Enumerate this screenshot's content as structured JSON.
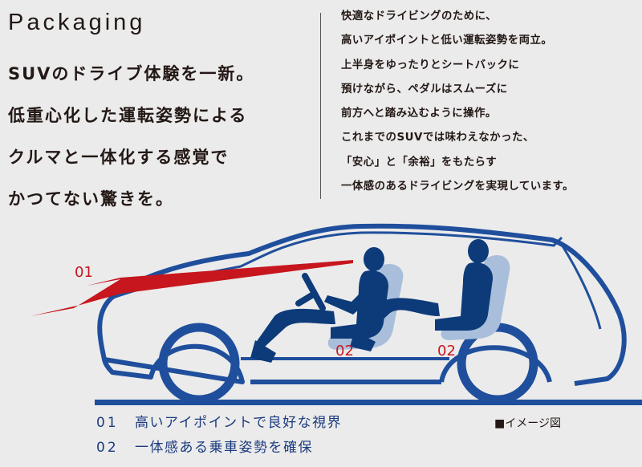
{
  "section_title": "Packaging",
  "headline": [
    "SUVのドライブ体験を一新。",
    "低重心化した運転姿勢による",
    "クルマと一体化する感覚で",
    "かつてない驚きを。"
  ],
  "body": [
    "快適なドライビングのために、",
    "高いアイポイントと低い運転姿勢を両立。",
    "上半身をゆったりとシートバックに",
    "預けながら、ペダルはスムーズに",
    "前方へと踏み込むように操作。",
    "これまでのSUVでは味わえなかった、",
    "「安心」と「余裕」をもたらす",
    "一体感のあるドライビングを実現しています。"
  ],
  "diagram": {
    "callout_01": "01",
    "callout_02_front": "02",
    "callout_02_rear": "02"
  },
  "legend": [
    {
      "num": "01",
      "text": "高いアイポイントで良好な視界"
    },
    {
      "num": "02",
      "text": "一体感ある乗車姿勢を確保"
    }
  ],
  "image_note": "■イメージ図",
  "colors": {
    "background": "#ebebeb",
    "car_blue": "#1f4f9c",
    "figure_navy": "#0d3b7a",
    "seat_light": "#a9bedb",
    "accent_red": "#c7161e",
    "legend_blue": "#1b3b7e"
  }
}
